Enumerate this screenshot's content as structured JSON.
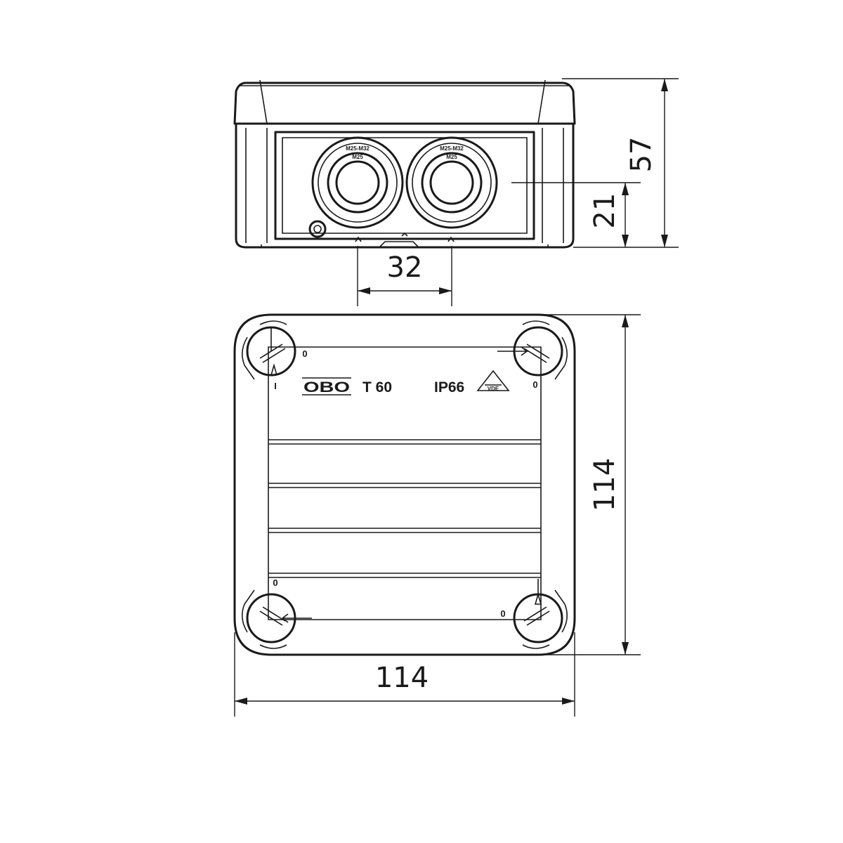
{
  "drawing": {
    "colors": {
      "line": "#1a1a1a",
      "background": "#ffffff"
    },
    "dimensions": {
      "height_total": "57",
      "entry_height": "21",
      "entry_spacing": "32",
      "depth": "114",
      "width": "114"
    },
    "lid_marking": {
      "brand": "OBO",
      "model": "T 60",
      "protection": "IP66",
      "approval_mark": "VDE"
    },
    "corner_marks": {
      "top_left_closed": "I",
      "top_left_open": "0",
      "top_right_open": "0",
      "bottom_left_open": "0",
      "bottom_right_open": "0"
    },
    "gland_labels": {
      "left_top": "M25-M32",
      "left_bottom": "M25",
      "right_top": "M25-M32",
      "right_bottom": "M25"
    },
    "icons": {
      "screw": "lid-screw-icon",
      "approval": "vde-triangle-icon",
      "logo": "obo-logo"
    }
  }
}
